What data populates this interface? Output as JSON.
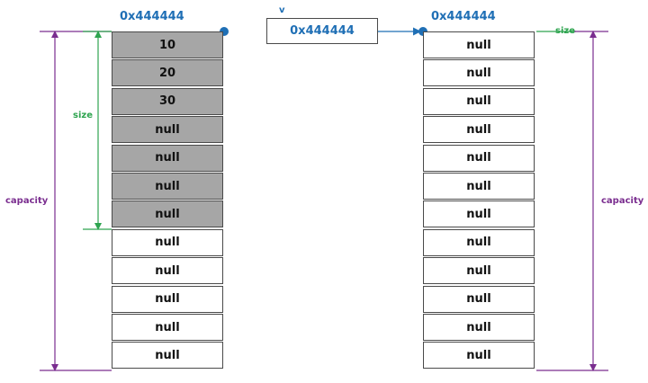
{
  "left_array": {
    "address": "0x444444",
    "cells": [
      "10",
      "20",
      "30",
      "null",
      "null",
      "null",
      "null",
      "null",
      "null",
      "null",
      "null",
      "null"
    ],
    "filled_count": 7,
    "size_label": "size",
    "capacity_label": "capacity"
  },
  "pointer": {
    "name": "v",
    "value": "0x444444"
  },
  "right_array": {
    "address": "0x444444",
    "cells": [
      "null",
      "null",
      "null",
      "null",
      "null",
      "null",
      "null",
      "null",
      "null",
      "null",
      "null",
      "null"
    ],
    "size_label": "size",
    "capacity_label": "capacity"
  },
  "colors": {
    "size": "#2ea44f",
    "capacity": "#7a2d8f",
    "pointer": "#1f6fb5",
    "filled_cell": "#a6a6a6",
    "border": "#4a4a4a"
  }
}
